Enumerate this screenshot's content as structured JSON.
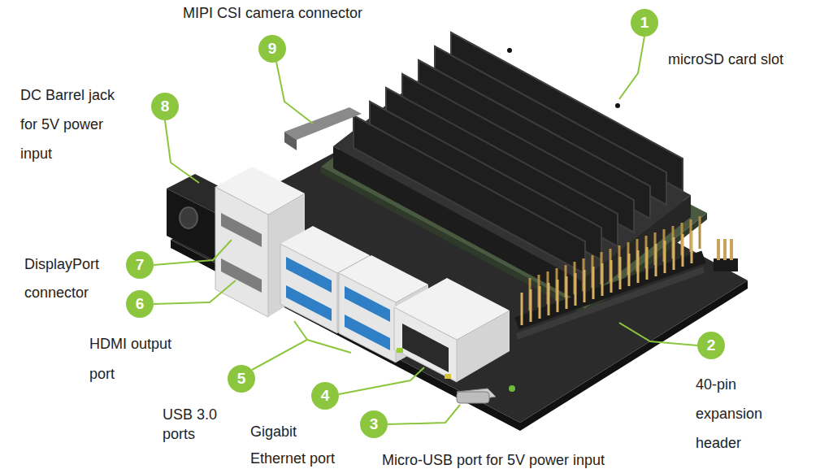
{
  "diagram": {
    "labels": [
      "MIPI CSI camera connector",
      "1",
      "9",
      "microSD card slot",
      "DC Barrel jack for 5V power input",
      "8",
      "DisplayPort connector",
      "7",
      "6",
      "2",
      "HDMI output port",
      "5",
      "40-pin expansion header",
      "4",
      "USB 3.0 ports",
      "3",
      "Gigabit Ethernet port",
      "Micro-USB port for 5V power input"
    ]
  }
}
